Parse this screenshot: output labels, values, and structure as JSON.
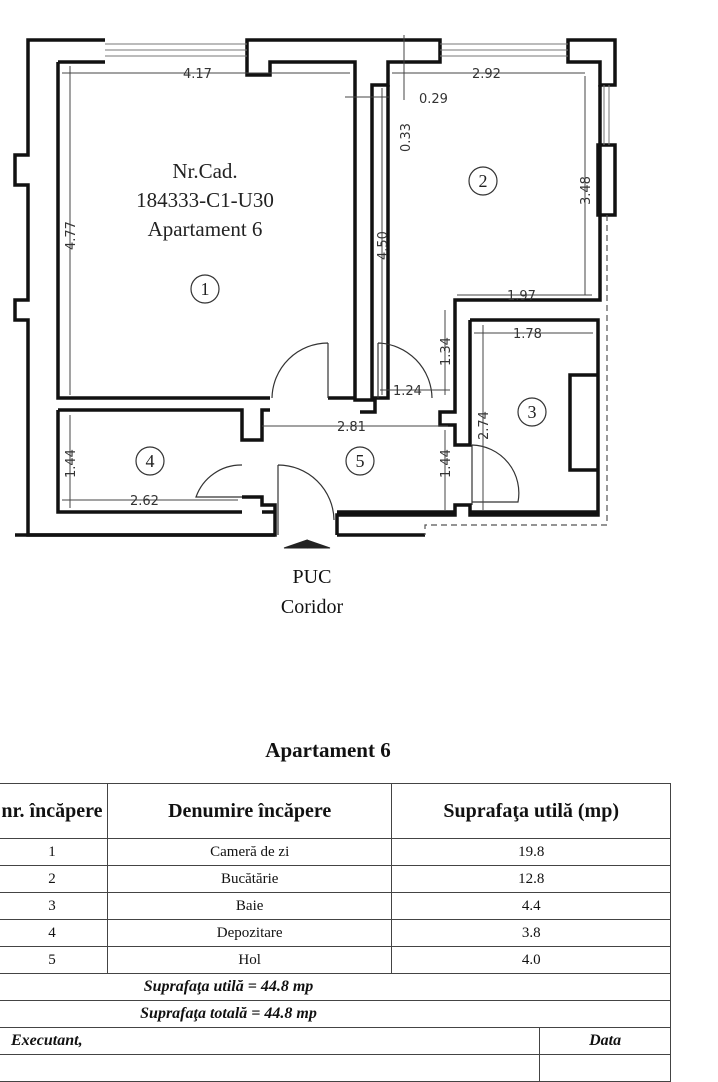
{
  "plan": {
    "label_lines": [
      "Nr.Cad.",
      "184333-C1-U30",
      "Apartament 6"
    ],
    "rooms": [
      "1",
      "2",
      "3",
      "4",
      "5"
    ],
    "dimensions": [
      "4.17",
      "4.77",
      "2.92",
      "0.29",
      "0.33",
      "4.50",
      "3.48",
      "1.97",
      "1.78",
      "1.34",
      "1.24",
      "2.81",
      "2.74",
      "1.44",
      "1.44",
      "2.62"
    ],
    "entrance": [
      "PUC",
      "Coridor"
    ]
  },
  "table": {
    "title": "Apartament 6",
    "headers": [
      "nr. încăpere",
      "Denumire încăpere",
      "Suprafaţa utilă (mp)"
    ],
    "rows": [
      {
        "nr": "1",
        "name": "Cameră de zi",
        "area": "19.8"
      },
      {
        "nr": "2",
        "name": "Bucătărie",
        "area": "12.8"
      },
      {
        "nr": "3",
        "name": "Baie",
        "area": "4.4"
      },
      {
        "nr": "4",
        "name": "Depozitare",
        "area": "3.8"
      },
      {
        "nr": "5",
        "name": "Hol",
        "area": "4.0"
      }
    ],
    "useful_total": "Suprafaţa utilă = 44.8 mp",
    "total": "Suprafaţa totală = 44.8 mp",
    "executant": "Executant,",
    "date": "Data"
  }
}
